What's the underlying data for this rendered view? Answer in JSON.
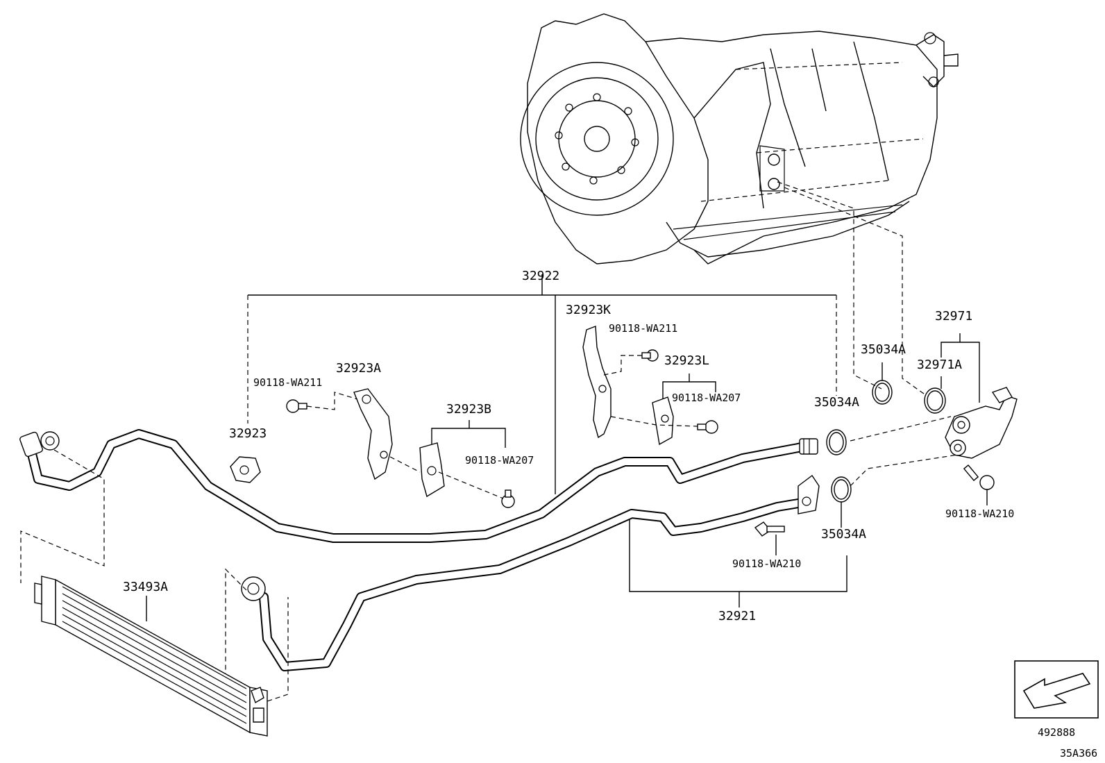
{
  "labels": {
    "hose_assembly_upper": "32922",
    "clamp_32923": "32923",
    "clamp_32923A": "32923A",
    "clamp_32923B": "32923B",
    "clamp_32923K": "32923K",
    "clamp_32923L": "32923L",
    "bolt_wa211_left": "90118-WA211",
    "bolt_wa211_right": "90118-WA211",
    "bolt_wa207_left": "90118-WA207",
    "bolt_wa207_right": "90118-WA207",
    "bolt_wa210_right": "90118-WA210",
    "bolt_wa210_lower": "90118-WA210",
    "oring_35034A_top": "35034A",
    "oring_35034A_mid": "35034A",
    "oring_35034A_low": "35034A",
    "union_32971": "32971",
    "union_32971A": "32971A",
    "hose_assembly_lower": "32921",
    "cooler_33493A": "33493A"
  },
  "footer": {
    "catalog_no": "492888",
    "figure_code": "35A366"
  },
  "icons": {
    "front_arrow": "front-direction-arrow-icon"
  }
}
